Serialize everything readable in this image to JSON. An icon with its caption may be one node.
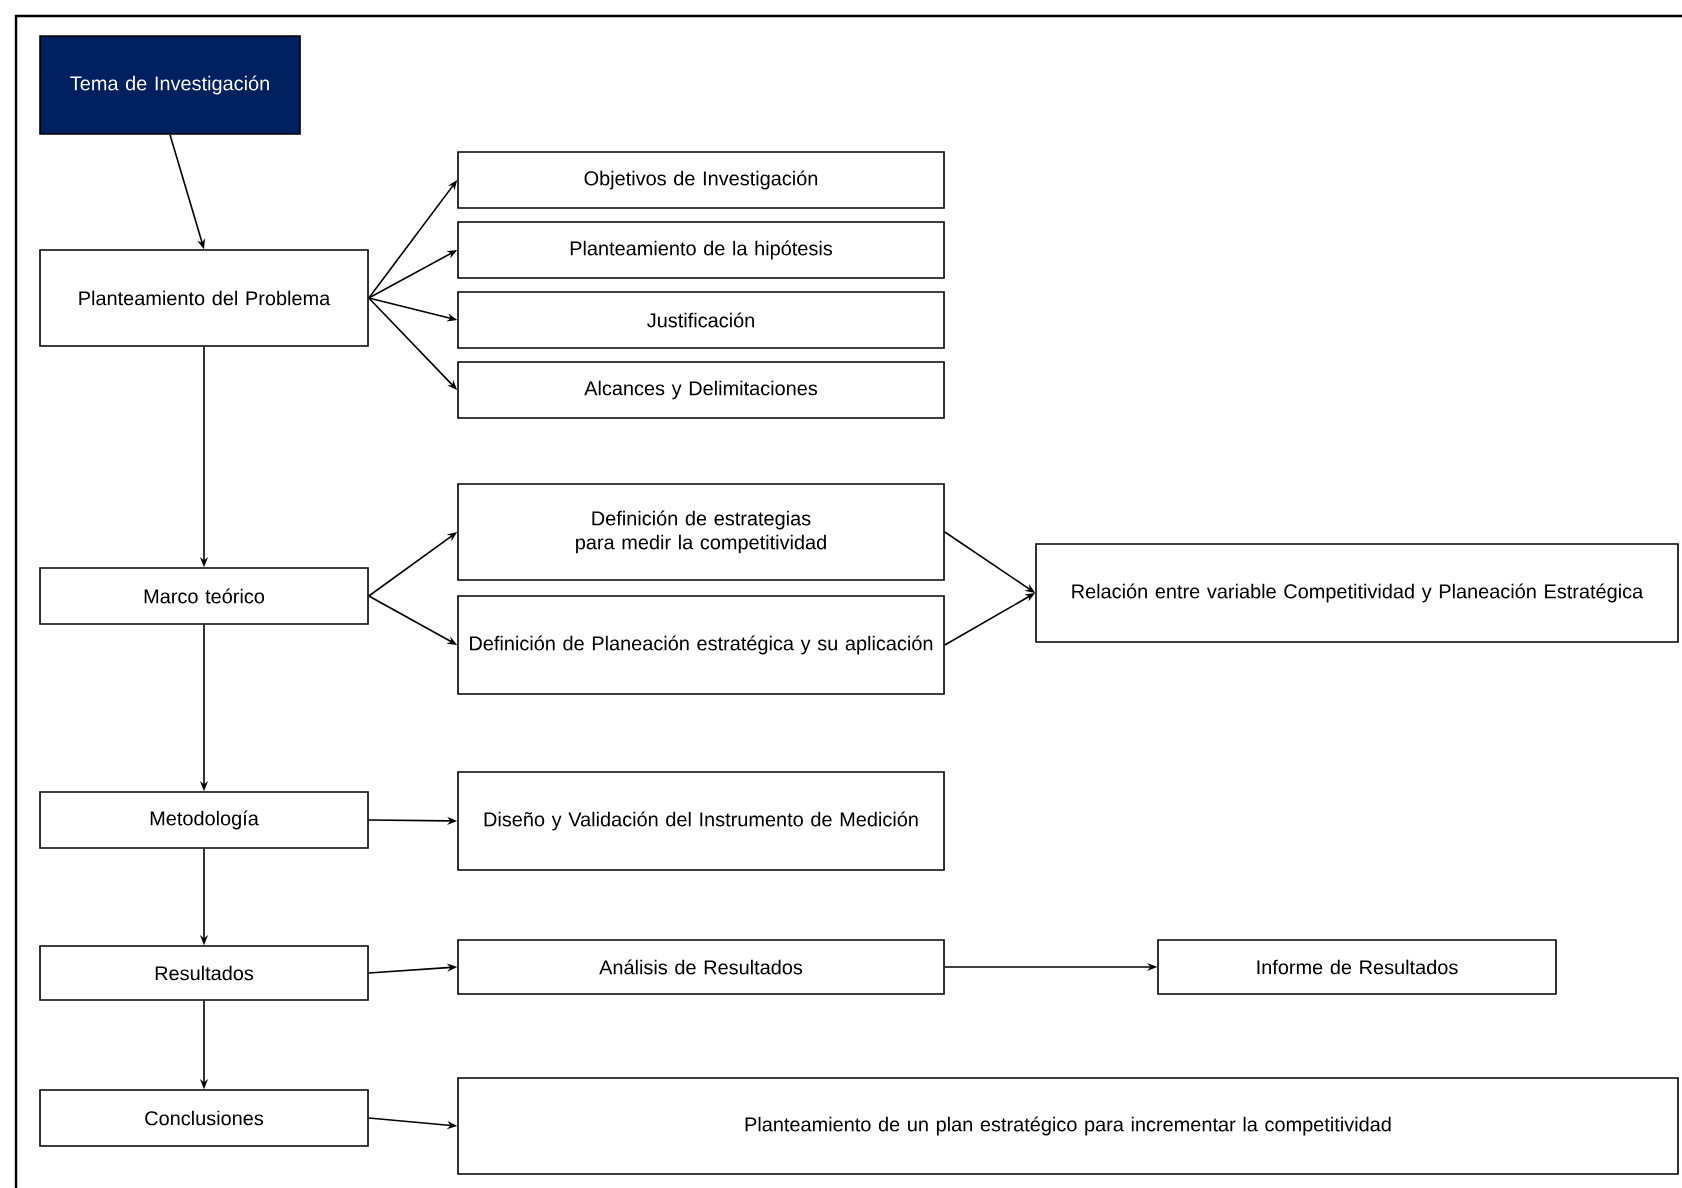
{
  "diagram": {
    "nodes": [
      {
        "text": [
          "Tema de Investigación"
        ]
      },
      {
        "text": [
          "Planteamiento del Problema"
        ]
      },
      {
        "text": [
          "Objetivos de Investigación"
        ]
      },
      {
        "text": [
          "Planteamiento de la hipótesis"
        ]
      },
      {
        "text": [
          "Justificación"
        ]
      },
      {
        "text": [
          "Alcances y Delimitaciones"
        ]
      },
      {
        "text": [
          "Marco teórico"
        ]
      },
      {
        "text": [
          "Definición de estrategias para medir la competitividad"
        ]
      },
      {
        "text": [
          "Definición de Planeación estratégica y su aplicación"
        ]
      },
      {
        "text": [
          "Relación entre variable Competitividad y Planeación Estratégica"
        ]
      },
      {
        "text": [
          "Metodología"
        ]
      },
      {
        "text": [
          "Diseño y Validación del Instrumento de Medición"
        ]
      },
      {
        "text": [
          "Resultados"
        ]
      },
      {
        "text": [
          "Análisis de Resultados"
        ]
      },
      {
        "text": [
          "Informe de Resultados"
        ]
      },
      {
        "text": [
          "Conclusiones"
        ]
      },
      {
        "text": [
          "Planteamiento de un plan estratégico para incrementar la competitividad"
        ]
      }
    ],
    "edges": [
      {
        "from": 0,
        "to": 1,
        "arrow": "to"
      },
      {
        "from": 1,
        "to": 2,
        "arrow": "to"
      },
      {
        "from": 1,
        "to": 3,
        "arrow": "to"
      },
      {
        "from": 1,
        "to": 4,
        "arrow": "to"
      },
      {
        "from": 1,
        "to": 5,
        "arrow": "to"
      },
      {
        "from": 1,
        "to": 6,
        "arrow": "to"
      },
      {
        "from": 6,
        "to": 7,
        "arrow": "to"
      },
      {
        "from": 6,
        "to": 8,
        "arrow": "to"
      },
      {
        "from": 7,
        "to": 9,
        "arrow": "to"
      },
      {
        "from": 8,
        "to": 9,
        "arrow": "to"
      },
      {
        "from": 6,
        "to": 10,
        "arrow": "to"
      },
      {
        "from": 10,
        "to": 11,
        "arrow": "to"
      },
      {
        "from": 10,
        "to": 12,
        "arrow": "to"
      },
      {
        "from": 12,
        "to": 13,
        "arrow": "to"
      },
      {
        "from": 13,
        "to": 14,
        "arrow": "to"
      },
      {
        "from": 12,
        "to": 15,
        "arrow": "to"
      },
      {
        "from": 15,
        "to": 16,
        "arrow": "to"
      }
    ]
  }
}
